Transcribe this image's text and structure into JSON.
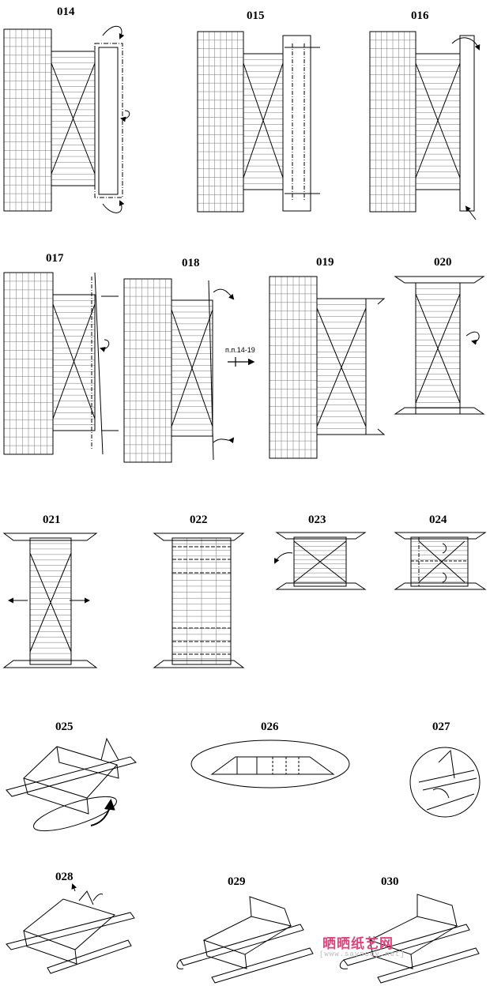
{
  "steps": [
    "014",
    "015",
    "016",
    "017",
    "018",
    "019",
    "020",
    "021",
    "022",
    "023",
    "024",
    "025",
    "026",
    "027",
    "028",
    "029",
    "030"
  ],
  "annotation": "п.п.14-19",
  "watermark": {
    "chinese": "晒晒纸艺网",
    "url": "[www.sayseey.net]"
  }
}
